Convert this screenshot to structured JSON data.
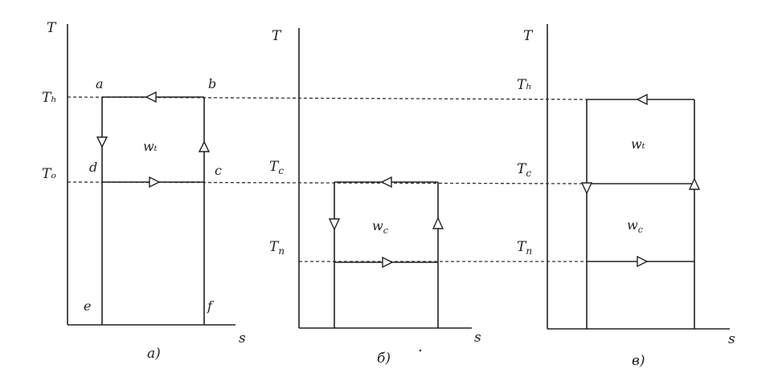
{
  "panel_a": {
    "axis_y": "T",
    "axis_x": "s",
    "t_high": "Tₕ",
    "t_low": "Tₒ",
    "point_a": "a",
    "point_b": "b",
    "point_c": "c",
    "point_d": "d",
    "point_e": "e",
    "point_f": "f",
    "work": "wₜ",
    "caption": "а)"
  },
  "panel_b": {
    "axis_y": "T",
    "axis_x": "s",
    "t_upper": "T",
    "t_upper_sub": "c",
    "t_lower": "T",
    "t_lower_sub": "п",
    "work": "w",
    "work_sub": "c",
    "caption": "б)"
  },
  "panel_c": {
    "axis_y": "T",
    "axis_x": "s",
    "t_high": "Tₕ",
    "t_mid": "T",
    "t_mid_sub": "c",
    "t_low": "T",
    "t_low_sub": "n",
    "work_top": "wₜ",
    "work_bottom": "w",
    "work_bottom_sub": "c",
    "caption": "в)"
  }
}
